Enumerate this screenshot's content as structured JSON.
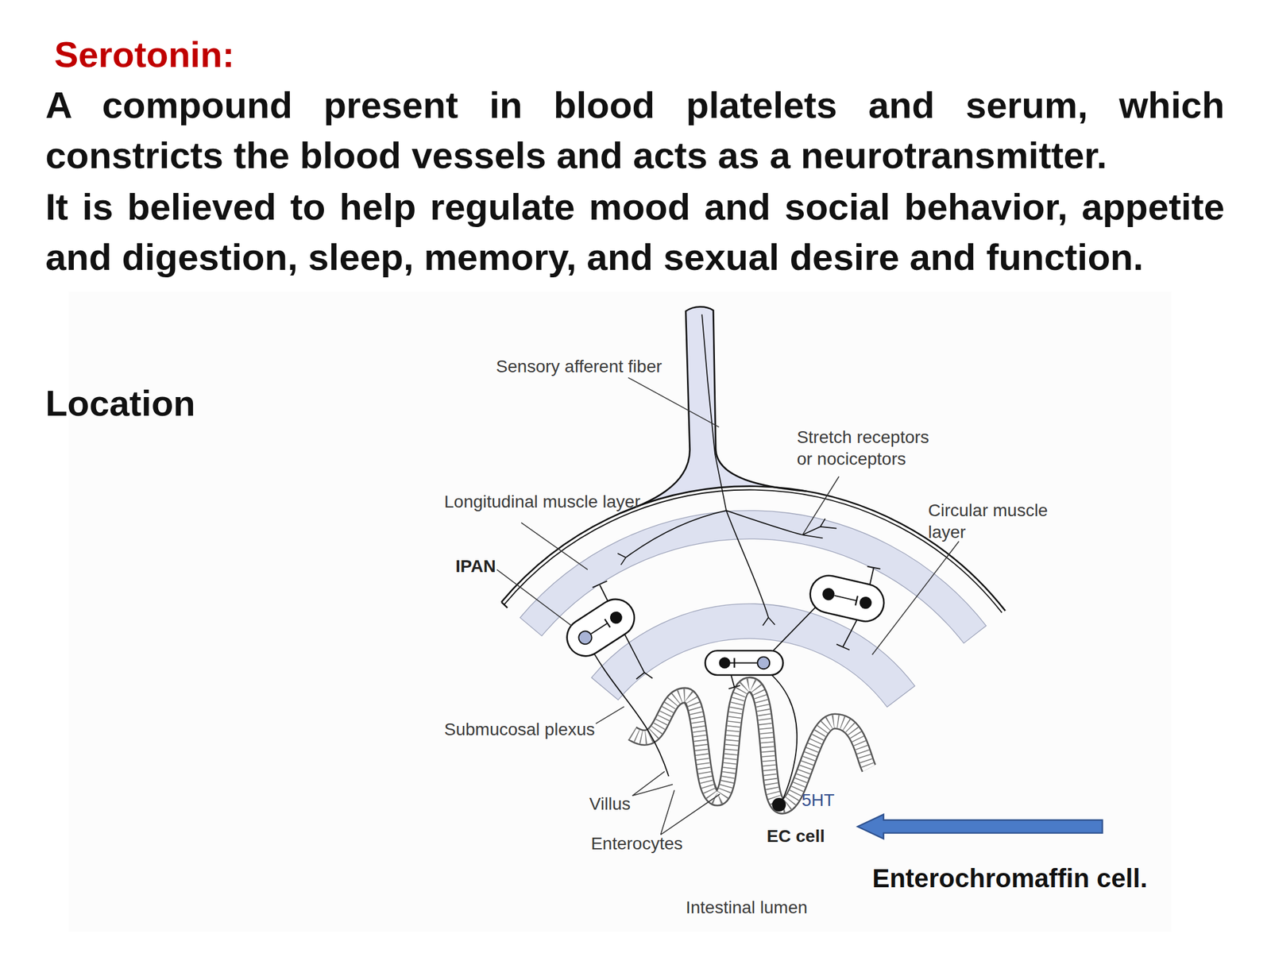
{
  "diagram": {
    "title": "Serotonin:",
    "labels": [
      "A compound present in blood platelets and serum, which constricts the blood vessels and acts as a neurotransmitter.",
      "It is believed to help regulate mood and social behavior, appetite and digestion, sleep, memory, and sexual desire and function.",
      "Location",
      "Sensory afferent fiber",
      "Stretch receptors or nociceptors",
      "Longitudinal muscle layer",
      "Circular muscle layer",
      "IPAN",
      "Submucosal plexus",
      "5HT",
      "Villus",
      "EC cell",
      "Enterocytes",
      "Enterochromaffin cell.",
      "Intestinal lumen"
    ]
  }
}
